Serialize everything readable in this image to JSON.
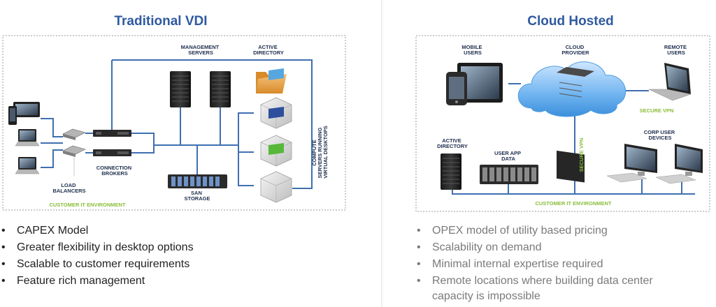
{
  "left": {
    "title": "Traditional VDI",
    "labels": {
      "management_servers": [
        "MANAGEMENT",
        "SERVERS"
      ],
      "active_directory": [
        "ACTIVE",
        "DIRECTORY"
      ],
      "connection_brokers": [
        "CONNECTION",
        "BROKERS"
      ],
      "load_balancers": [
        "LOAD",
        "BALANCERS"
      ],
      "san_storage": [
        "SAN",
        "STORAGE"
      ],
      "compute_servers": [
        "COMPUTE",
        "SERVERS RUNNING",
        "VIRTUAL DESKTOPS"
      ],
      "environment": "CUSTOMER IT ENVIRONMENT"
    },
    "bullets": [
      "CAPEX Model",
      "Greater flexibility in desktop options",
      "Scalable to customer requirements",
      "Feature rich management"
    ]
  },
  "right": {
    "title": "Cloud Hosted",
    "labels": {
      "mobile_users": [
        "MOBILE",
        "USERS"
      ],
      "cloud_provider": [
        "CLOUD",
        "PROVIDER"
      ],
      "remote_users": [
        "REMOTE",
        "USERS"
      ],
      "secure_vpn_h": "SECURE VPN",
      "secure_vpn_v": "SECURE VPN",
      "active_directory": [
        "ACTIVE",
        "DIRECTORY"
      ],
      "user_app_data": [
        "USER APP",
        "DATA"
      ],
      "corp_user_devices": [
        "CORP USER",
        "DEVICES"
      ],
      "environment": "CUSTOMER IT ENVIRONMENT"
    },
    "bullets": [
      "OPEX model of utility based pricing",
      "Scalability on demand",
      "Minimal internal expertise required",
      "Remote locations where building data center capacity is impossible"
    ]
  }
}
